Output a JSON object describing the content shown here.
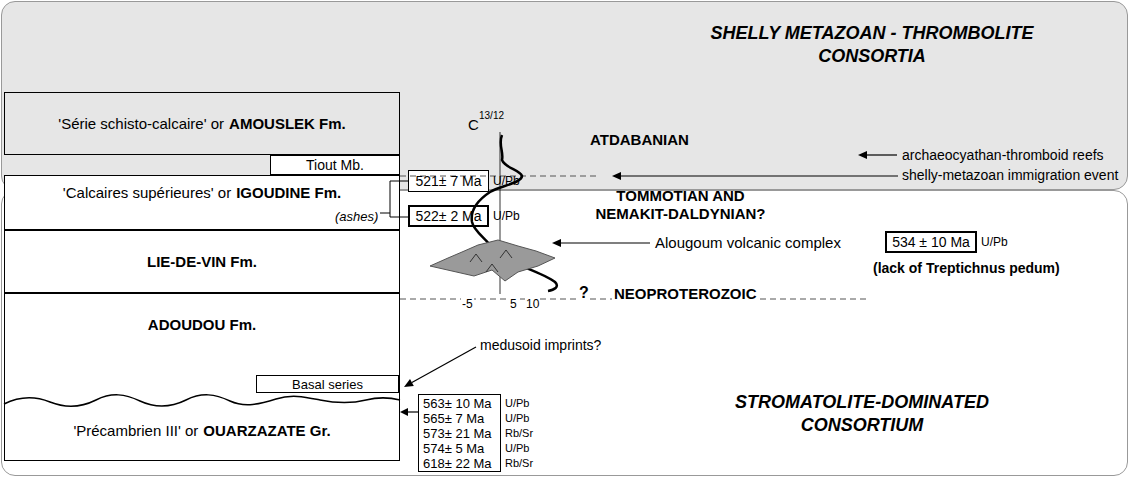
{
  "diagram": {
    "nodes": [
      {
        "text": [
          "SHELLY METAZOAN - THROMBOLITE CONSORTIA"
        ]
      },
      {
        "text": [
          "STROMATOLITE-DOMINATED CONSORTIUM"
        ]
      },
      {
        "text": [
          "'Série schisto-calcaire' or",
          "AMOUSLEK Fm."
        ]
      },
      {
        "text": [
          "Tiout Mb."
        ]
      },
      {
        "text": [
          "'Calcaires supérieures' or",
          "IGOUDINE Fm."
        ]
      },
      {
        "text": [
          "LIE-DE-VIN Fm."
        ]
      },
      {
        "text": [
          "ADOUDOU Fm."
        ]
      },
      {
        "text": [
          "Basal series"
        ],
        "in": 6
      },
      {
        "text": [
          "'Précambrien III' or",
          "OUARZAZATE Gr."
        ]
      },
      {
        "text": [
          "521± 7 Ma"
        ]
      },
      {
        "text": [
          "522± 2 Ma"
        ]
      },
      {
        "text": [
          "534 ± 10 Ma"
        ]
      },
      {
        "text": [
          "563± 10 Ma",
          "565± 7 Ma",
          "573± 21 Ma",
          "574± 5 Ma",
          "618± 22 Ma"
        ]
      }
    ],
    "edges": [
      {
        "from": 12,
        "to": 8,
        "arrow": "to"
      }
    ],
    "labels": [
      "C",
      "13/12",
      "-5",
      "5",
      "10",
      "?",
      "ATDABANIAN",
      "archaeocyathan-thromboid reefs",
      "shelly-metazoan immigration event",
      "TOMMOTIAN AND NEMAKIT-DALDYNIAN?",
      "U/Pb",
      "U/Pb",
      "(ashes)",
      "Alougoum volcanic complex",
      "U/Pb",
      "(lack of Treptichnus pedum)",
      "NEOPROTEROZOIC",
      "medusoid imprints?",
      "U/Pb",
      "U/Pb",
      "Rb/Sr",
      "U/Pb",
      "Rb/Sr"
    ]
  }
}
